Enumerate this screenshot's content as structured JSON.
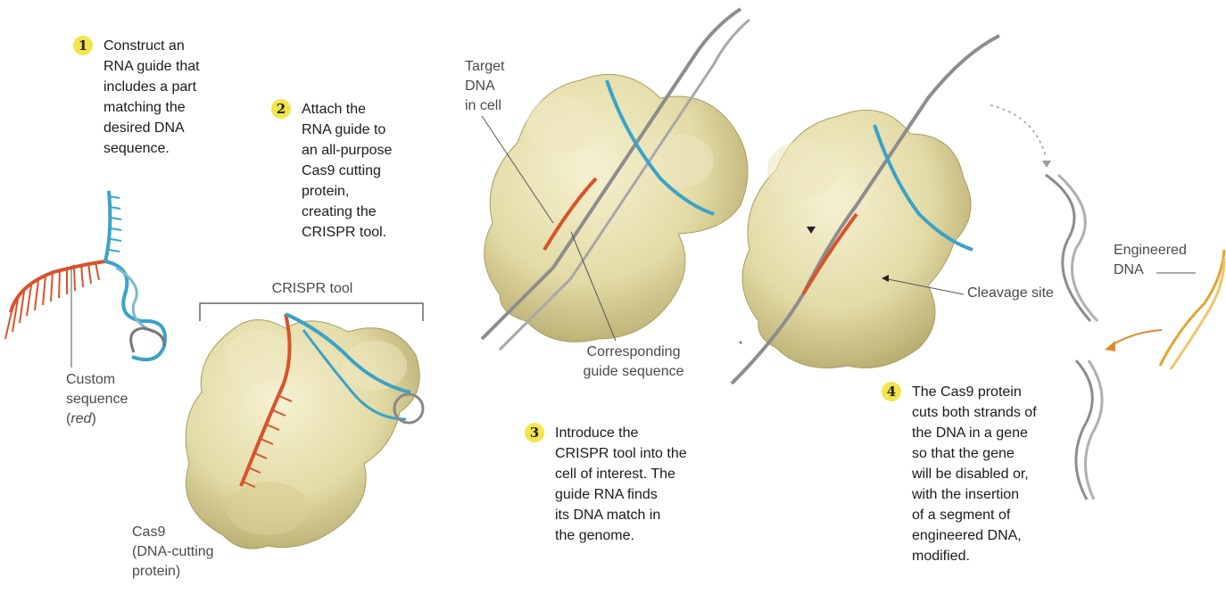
{
  "steps": [
    {
      "number": "1",
      "lines": [
        "Construct an",
        "RNA guide that",
        "includes a part",
        "matching the",
        "desired DNA",
        "sequence."
      ]
    },
    {
      "number": "2",
      "lines": [
        "Attach the",
        "RNA guide to",
        "an all-purpose",
        "Cas9 cutting",
        "protein,",
        "creating the",
        "CRISPR tool."
      ]
    },
    {
      "number": "3",
      "lines": [
        "Introduce the",
        "CRISPR tool into the",
        "cell of interest. The",
        "guide RNA finds",
        "its DNA match in",
        "the genome."
      ]
    },
    {
      "number": "4",
      "lines": [
        "The Cas9 protein",
        "cuts both strands of",
        "the DNA in a gene",
        "so that the gene",
        "will be disabled or,",
        "with the insertion",
        "of a segment of",
        "engineered DNA,",
        "modified."
      ]
    }
  ],
  "labels": {
    "custom_sequence": [
      "Custom",
      "sequence"
    ],
    "custom_sequence_note": "red",
    "crispr_tool": "CRISPR tool",
    "cas9": [
      "Cas9",
      "(DNA-cutting",
      "protein)"
    ],
    "target_dna": [
      "Target",
      "DNA",
      "in cell"
    ],
    "corresponding_guide": [
      "Corresponding",
      "guide sequence"
    ],
    "cleavage_site": "Cleavage site",
    "engineered_dna": [
      "Engineered",
      "DNA"
    ]
  },
  "colors": {
    "protein": "#e6dfae",
    "protein_shadow": "#b9ad72",
    "guide_rna_red": "#d8532b",
    "guide_rna_blue": "#3aa3c7",
    "dna_gray": "#8d8d8d",
    "engineered_dna": "#e3a431",
    "step_badge": "#f3e54b"
  }
}
